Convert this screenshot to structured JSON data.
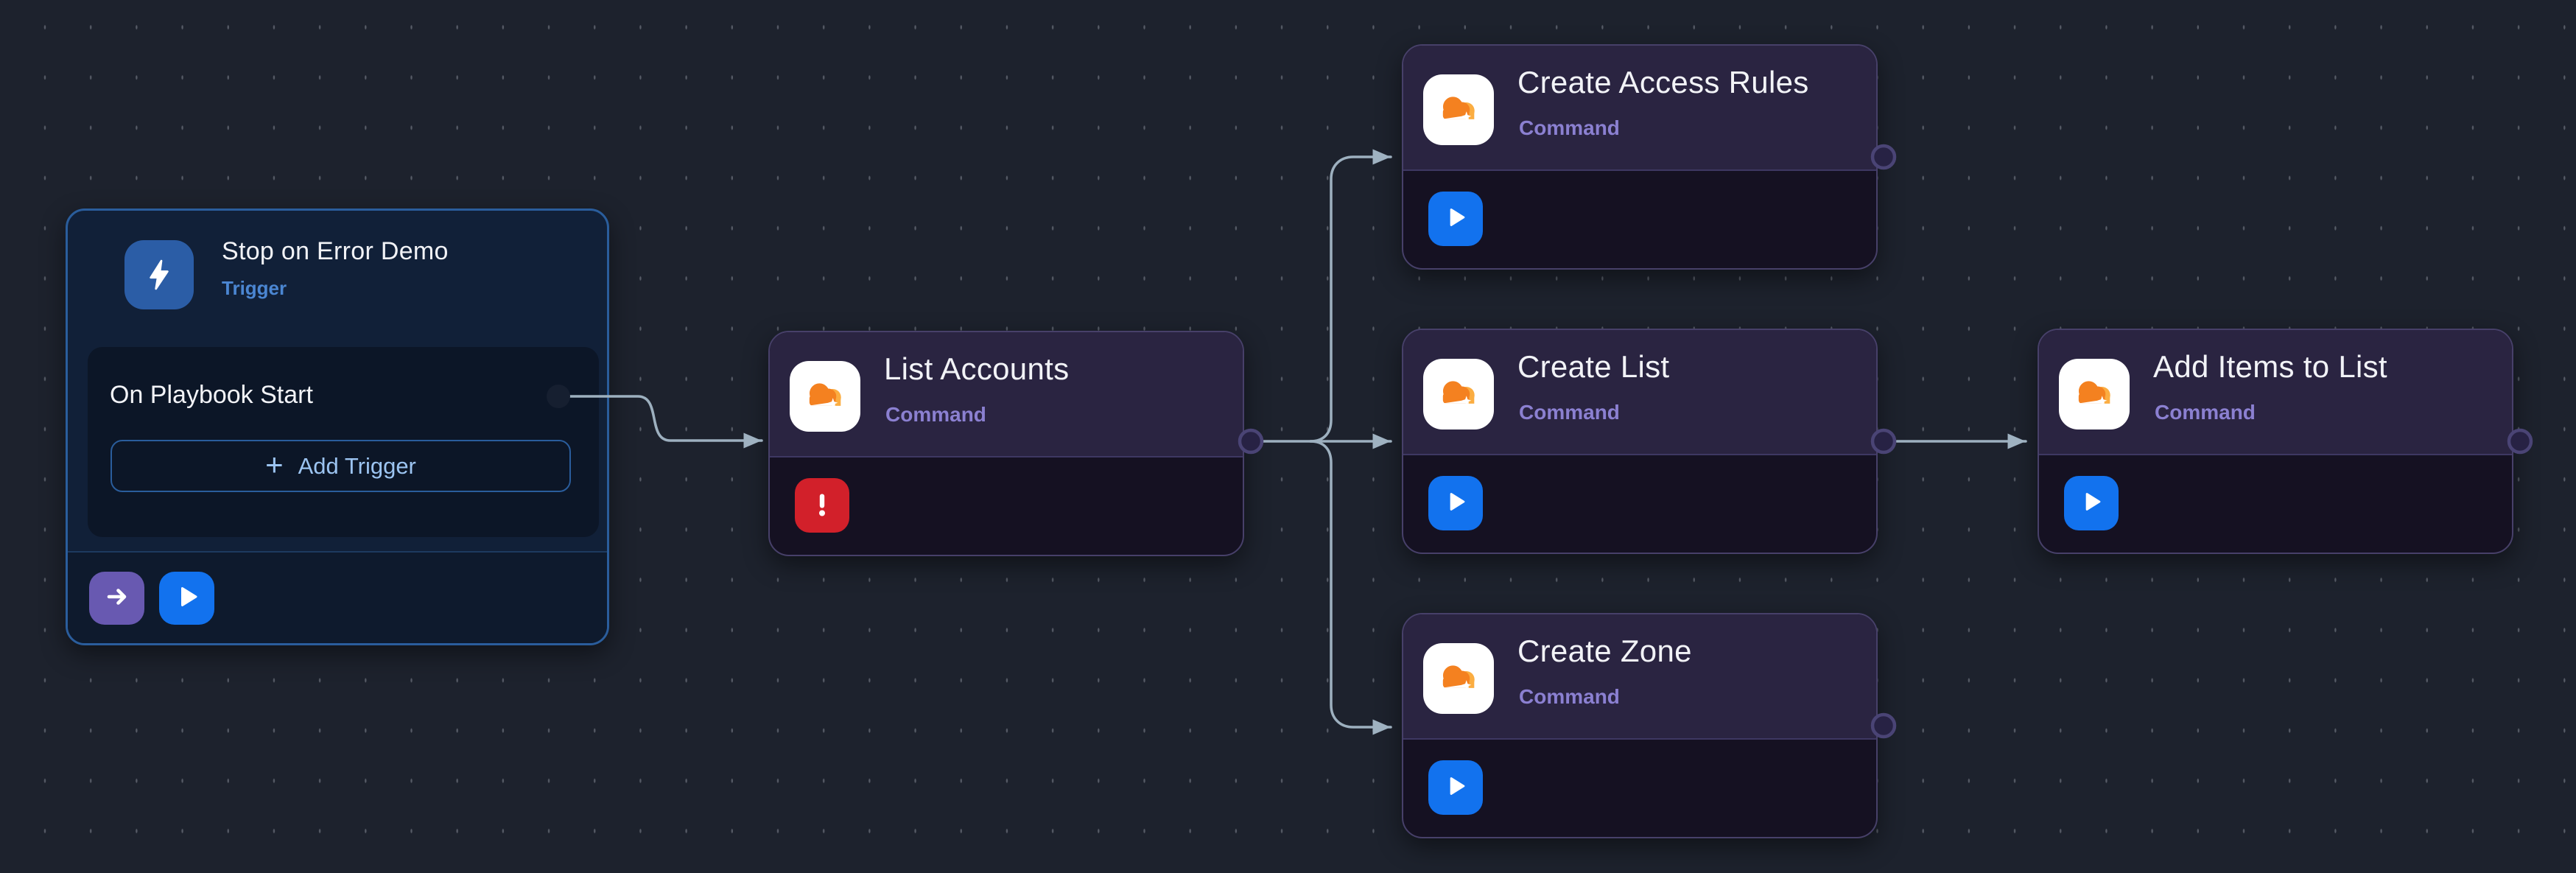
{
  "app": {
    "view_name": "playbook-canvas"
  },
  "colors": {
    "canvas-bg": "#1d222d",
    "grid-dash": "#565b66",
    "edge": "#9db0bf",
    "arrow": "#9fb2c1",
    "title-text": "#f2f3f7",
    "trigger-fill": "#112038",
    "trigger-border": "#2a5d9c",
    "trigger-panel": "#0c1627",
    "trigger-footer": "#0e1a2d",
    "trigger-divider": "#1d3a5f",
    "trigger-icon-bg": "#2b5da6",
    "trigger-accent": "#4b86d2",
    "trigger-add-text": "#9cc4f1",
    "trigger-port": "#161f30",
    "purple-button": "#6859b1",
    "blue-button": "#1272ee",
    "error-red": "#d2202a",
    "command-fill": "#2a2441",
    "command-footer": "#151122",
    "command-border": "#474069",
    "command-divider": "#3e3862",
    "command-accent": "#8b80d1",
    "port-ring": "#4a4475",
    "port-fill": "#272244",
    "cloudflare-orange": "#f48120",
    "cloudflare-light": "#fbad41"
  },
  "nodes": {
    "trigger": {
      "title": "Stop on Error Demo",
      "type_label": "Trigger",
      "row_label": "On Playbook Start",
      "plus": "+",
      "add_trigger_label": "Add Trigger"
    },
    "list_accounts": {
      "title": "List Accounts",
      "type_label": "Command"
    },
    "create_access_rules": {
      "title": "Create Access Rules",
      "type_label": "Command"
    },
    "create_list": {
      "title": "Create List",
      "type_label": "Command"
    },
    "create_zone": {
      "title": "Create Zone",
      "type_label": "Command"
    },
    "add_items_to_list": {
      "title": "Add Items to List",
      "type_label": "Command"
    }
  },
  "icons": {
    "trigger_icon": "lightning-icon",
    "connector_icon": "cloudflare-icon",
    "run_icon": "play-icon",
    "status_error_icon": "alert-icon",
    "jump_icon": "arrow-right-icon"
  }
}
